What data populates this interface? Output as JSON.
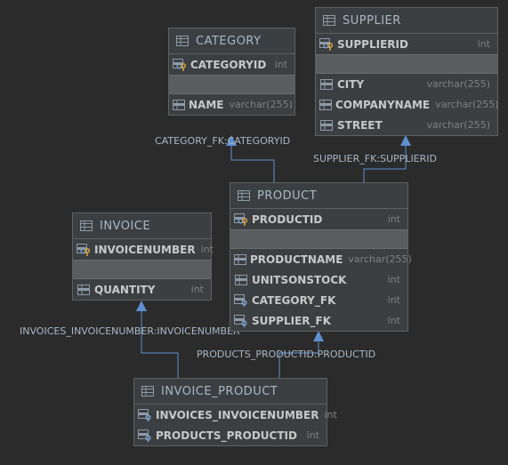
{
  "colors": {
    "line": "#5f8fcf",
    "key": "#d9a640",
    "fk_key": "#7a9fcf",
    "text": "#a9b7c6"
  },
  "entities": {
    "category": {
      "name": "CATEGORY",
      "pk": [
        {
          "name": "CATEGORYID",
          "type": "int",
          "icon": "primary-key-foreign-key-icon"
        }
      ],
      "cols": [
        {
          "name": "NAME",
          "type": "varchar(255)",
          "icon": "column-icon"
        }
      ]
    },
    "supplier": {
      "name": "SUPPLIER",
      "pk": [
        {
          "name": "SUPPLIERID",
          "type": "int",
          "icon": "primary-key-foreign-key-icon"
        }
      ],
      "cols": [
        {
          "name": "CITY",
          "type": "varchar(255)",
          "icon": "column-icon"
        },
        {
          "name": "COMPANYNAME",
          "type": "varchar(255)",
          "icon": "column-icon"
        },
        {
          "name": "STREET",
          "type": "varchar(255)",
          "icon": "column-icon"
        }
      ]
    },
    "product": {
      "name": "PRODUCT",
      "pk": [
        {
          "name": "PRODUCTID",
          "type": "int",
          "icon": "primary-key-foreign-key-icon"
        }
      ],
      "cols": [
        {
          "name": "PRODUCTNAME",
          "type": "varchar(255)",
          "icon": "column-icon"
        },
        {
          "name": "UNITSONSTOCK",
          "type": "int",
          "icon": "column-icon"
        },
        {
          "name": "CATEGORY_FK",
          "type": "int",
          "icon": "foreign-key-icon"
        },
        {
          "name": "SUPPLIER_FK",
          "type": "int",
          "icon": "foreign-key-icon"
        }
      ]
    },
    "invoice": {
      "name": "INVOICE",
      "pk": [
        {
          "name": "INVOICENUMBER",
          "type": "int",
          "icon": "primary-key-foreign-key-icon"
        }
      ],
      "cols": [
        {
          "name": "QUANTITY",
          "type": "int",
          "icon": "column-icon"
        }
      ]
    },
    "invoice_product": {
      "name": "INVOICE_PRODUCT",
      "pk": [
        {
          "name": "INVOICES_INVOICENUMBER",
          "type": "int",
          "icon": "foreign-key-icon"
        },
        {
          "name": "PRODUCTS_PRODUCTID",
          "type": "int",
          "icon": "foreign-key-icon"
        }
      ],
      "cols": []
    }
  },
  "relations": {
    "category_fk": "CATEGORY_FK:CATEGORYID",
    "supplier_fk": "SUPPLIER_FK:SUPPLIERID",
    "invoices_fk": "INVOICES_INVOICENUMBER:INVOICENUMBER",
    "products_fk": "PRODUCTS_PRODUCTID:PRODUCTID"
  }
}
